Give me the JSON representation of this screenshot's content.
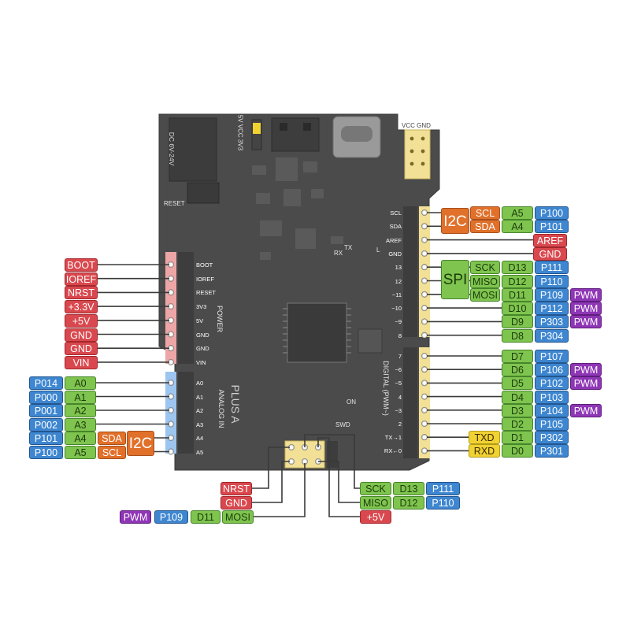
{
  "board": {
    "silk": {
      "dc": "DC 6V-24V",
      "reset": "RESET",
      "vsel": "5V VCC 3V3",
      "vcc_gnd": "VCC GND",
      "power": "POWER",
      "analog_in": "ANALOG IN",
      "plus_a": "PLUS A",
      "digital": "DIGITAL (PWM~)",
      "swd": "SWD",
      "on": "ON",
      "tx": "TX",
      "rx": "RX",
      "l": "L"
    },
    "power_pins": [
      "BOOT",
      "IOREF",
      "RESET",
      "3V3",
      "5V",
      "GND",
      "GND",
      "VIN"
    ],
    "analog_pins": [
      "A0",
      "A1",
      "A2",
      "A3",
      "A4",
      "A5"
    ],
    "top_digital_pins": [
      "SCL",
      "SDA",
      "AREF",
      "GND",
      "13",
      "12",
      "~11",
      "~10",
      "~9",
      "8"
    ],
    "bottom_digital_pins": [
      "7",
      "~6",
      "~5",
      "4",
      "~3",
      "2",
      "TX→1",
      "RX←0"
    ]
  },
  "left_power": [
    {
      "text": "BOOT",
      "color": "red"
    },
    {
      "text": "IOREF",
      "color": "red"
    },
    {
      "text": "NRST",
      "color": "red"
    },
    {
      "text": "+3.3V",
      "color": "red"
    },
    {
      "text": "+5V",
      "color": "red"
    },
    {
      "text": "GND",
      "color": "red"
    },
    {
      "text": "GND",
      "color": "red"
    },
    {
      "text": "VIN",
      "color": "red"
    }
  ],
  "left_analog": [
    {
      "port": "P014",
      "pin": "A0"
    },
    {
      "port": "P000",
      "pin": "A1"
    },
    {
      "port": "P001",
      "pin": "A2"
    },
    {
      "port": "P002",
      "pin": "A3"
    },
    {
      "port": "P101",
      "pin": "A4",
      "alt": "SDA"
    },
    {
      "port": "P100",
      "pin": "A5",
      "alt": "SCL"
    }
  ],
  "left_i2c": "I2C",
  "right_i2c": "I2C",
  "right_spi": "SPI",
  "right_top": [
    {
      "alt": "SCL",
      "pin": "A5",
      "port": "P100"
    },
    {
      "alt": "SDA",
      "pin": "A4",
      "port": "P101"
    },
    {
      "name": "AREF"
    },
    {
      "name": "GND"
    },
    {
      "alt": "SCK",
      "pin": "D13",
      "port": "P111"
    },
    {
      "alt": "MISO",
      "pin": "D12",
      "port": "P110"
    },
    {
      "alt": "MOSI",
      "pin": "D11",
      "port": "P109",
      "pwm": "PWM"
    },
    {
      "pin": "D10",
      "port": "P112",
      "pwm": "PWM"
    },
    {
      "pin": "D9",
      "port": "P303",
      "pwm": "PWM"
    },
    {
      "pin": "D8",
      "port": "P304"
    }
  ],
  "right_bottom": [
    {
      "pin": "D7",
      "port": "P107"
    },
    {
      "pin": "D6",
      "port": "P106",
      "pwm": "PWM"
    },
    {
      "pin": "D5",
      "port": "P102",
      "pwm": "PWM"
    },
    {
      "pin": "D4",
      "port": "P103"
    },
    {
      "pin": "D3",
      "port": "P104",
      "pwm": "PWM"
    },
    {
      "pin": "D2",
      "port": "P105"
    },
    {
      "uart": "TXD",
      "pin": "D1",
      "port": "P302"
    },
    {
      "uart": "RXD",
      "pin": "D0",
      "port": "P301"
    }
  ],
  "icsp_left": [
    {
      "text": "NRST"
    },
    {
      "text": "GND"
    },
    {
      "pwm": "PWM",
      "port": "P109",
      "pin": "D11",
      "alt": "MOSI"
    }
  ],
  "icsp_right": [
    {
      "alt": "SCK",
      "pin": "D13",
      "port": "P111"
    },
    {
      "alt": "MISO",
      "pin": "D12",
      "port": "P110"
    },
    {
      "text": "+5V"
    }
  ],
  "colors": {
    "red": "#d9484e",
    "orange": "#e0702a",
    "green": "#7fc44f",
    "blue": "#3e86d0",
    "purple": "#8f36b6",
    "yellow": "#f1d233",
    "board": "#4b4b4b",
    "connector_line": "#3a3a3a"
  }
}
